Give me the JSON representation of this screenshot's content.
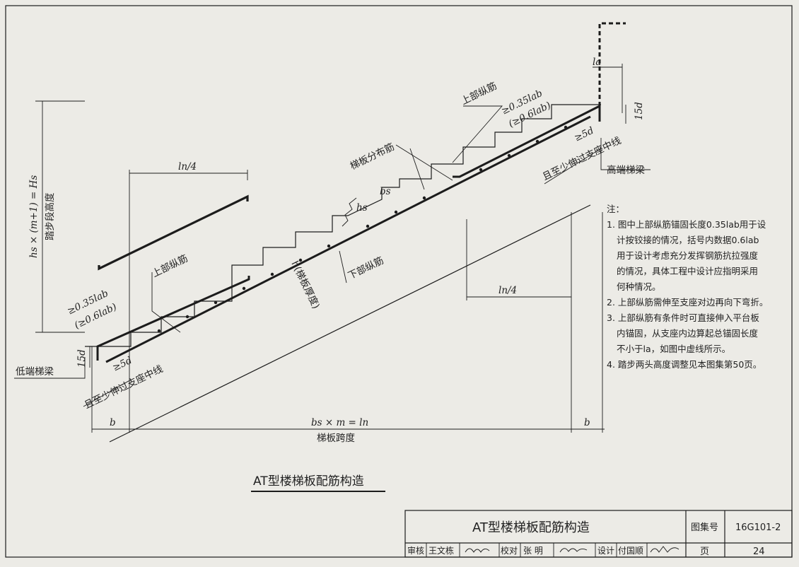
{
  "drawing": {
    "caption": "AT型楼梯板配筋构造",
    "labels": {
      "upper_bar_right": "上部纵筋",
      "upper_bar_left": "上部纵筋",
      "lower_bar": "下部纵筋",
      "distribution_bar": "梯板分布筋",
      "slab_thickness": "h(梯板厚度)",
      "high_beam": "高端梯梁",
      "low_beam": "低端梯梁",
      "anchor_right_1": "≥0.35lab",
      "anchor_right_2": "(≥0.6lab)",
      "anchor_left_1": "≥0.35lab",
      "anchor_left_2": "(≥0.6lab)",
      "la": "la",
      "ln4_left": "ln/4",
      "ln4_right": "ln/4",
      "hs": "hs",
      "bs": "bs",
      "d15_right": "15d",
      "d15_left": "15d",
      "d5_right": "≥5d",
      "d5_left": "≥5d",
      "support_right": "且至少伸过支座中线",
      "support_left": "且至少伸过支座中线",
      "height_formula": "hs × (m+1) = Hs",
      "height_caption": "踏步段高度",
      "span_formula": "bs × m = ln",
      "span_caption": "梯板跨度",
      "b_left": "b",
      "b_right": "b"
    }
  },
  "notes": {
    "title": "注：",
    "items": [
      "1. 图中上部纵筋锚固长度0.35lab用于设",
      "计按铰接的情况，括号内数据0.6lab",
      "用于设计考虑充分发挥钢筋抗拉强度",
      "的情况，具体工程中设计应指明采用",
      "何种情况。",
      "2. 上部纵筋需伸至支座对边再向下弯折。",
      "3. 上部纵筋有条件时可直接伸入平台板",
      "内锚固，从支座内边算起总锚固长度",
      "不小于la，如图中虚线所示。",
      "4. 踏步两头高度调整见本图集第50页。"
    ]
  },
  "title_block": {
    "title": "AT型楼梯板配筋构造",
    "atlas_label": "图集号",
    "atlas_no": "16G101-2",
    "page_label": "页",
    "page_no": "24",
    "review_label": "审核",
    "review_name": "王文栋",
    "check_label": "校对",
    "check_name": "张 明",
    "design_label": "设计",
    "design_name": "付国顺"
  },
  "colors": {
    "paper": "#ecebe6",
    "ink": "#1c1c1c"
  }
}
